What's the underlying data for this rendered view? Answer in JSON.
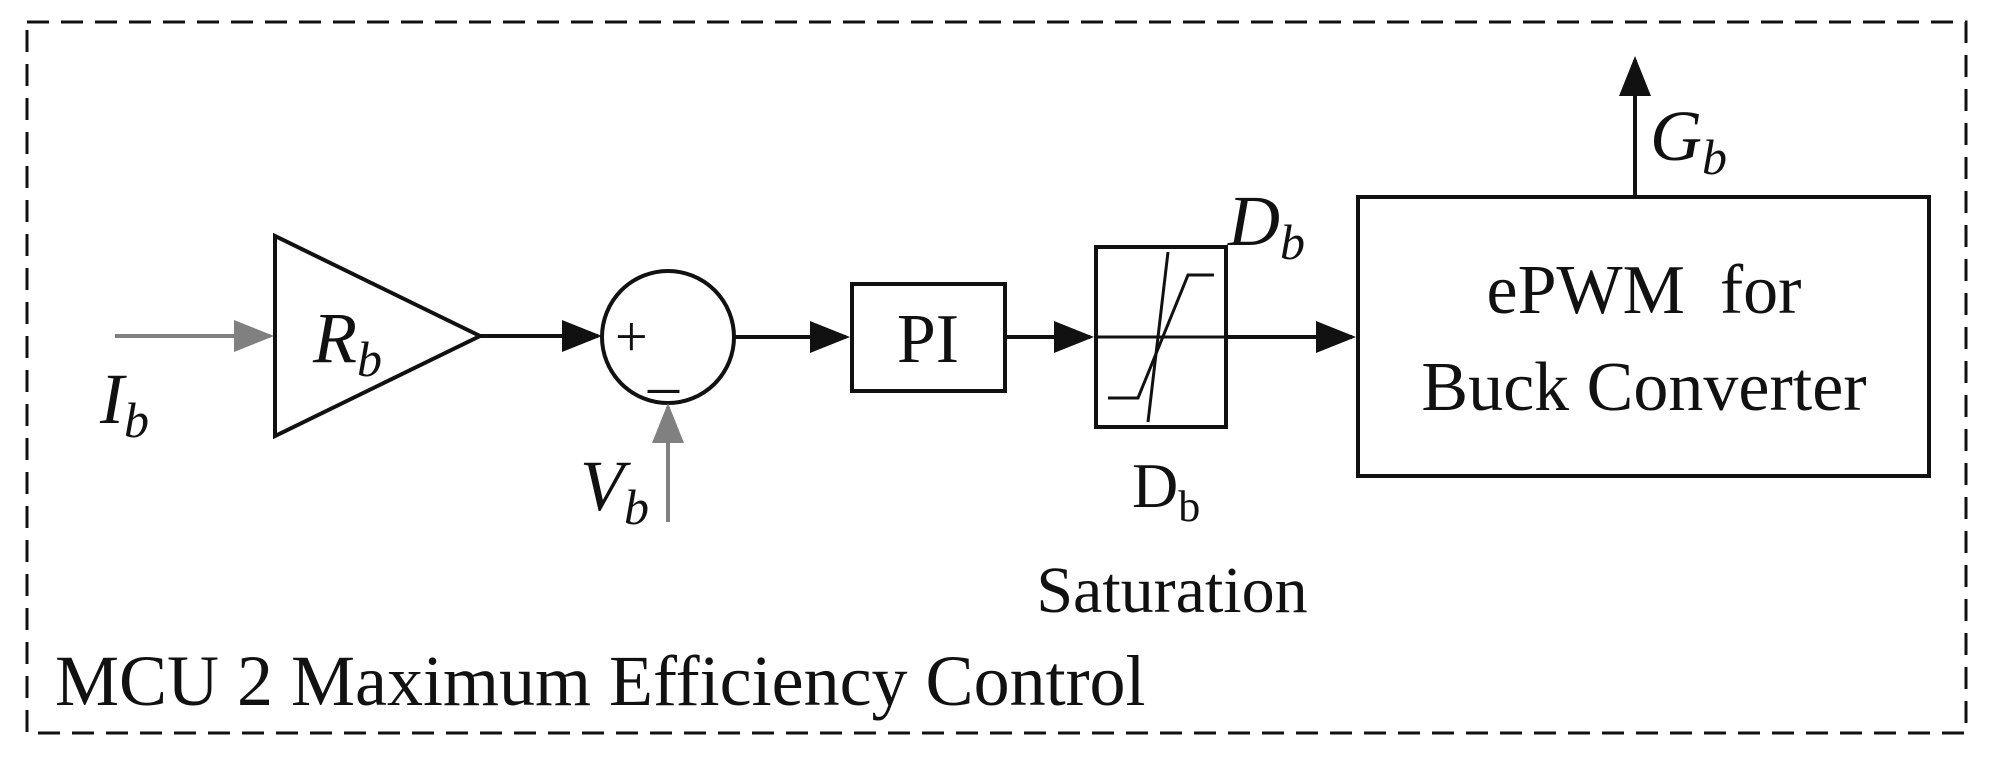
{
  "diagram": {
    "frame_title": "MCU 2 Maximum Efficiency  Control",
    "input_current": {
      "main": "I",
      "sub": "b"
    },
    "gain_block": {
      "main": "R",
      "sub": "b"
    },
    "summing_junction": {
      "plus": "+",
      "minus": "_"
    },
    "input_voltage": {
      "main": "V",
      "sub": "b"
    },
    "pi_block": {
      "label": "PI"
    },
    "saturation_signal": {
      "main": "D",
      "sub": "b"
    },
    "saturation_block": {
      "main": "D",
      "sub": "b",
      "caption": "Saturation"
    },
    "epwm_block": {
      "line1": "ePWM  for",
      "line2": "Buck Converter"
    },
    "gate_output": {
      "main": "G",
      "sub": "b"
    },
    "colors": {
      "line": "#111111",
      "input_arrows": "#808080",
      "background": "#ffffff"
    }
  }
}
